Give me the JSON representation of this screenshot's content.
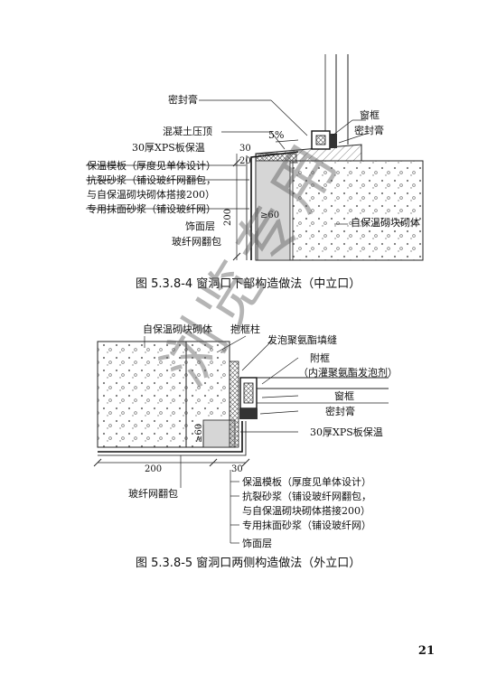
{
  "fig1": {
    "caption": "图 5.3.8-4 窗洞口下部构造做法（中立口）",
    "labels": {
      "sealant_top": "密封膏",
      "concrete_top": "混凝土压顶",
      "xps": "30厚XPS板保温",
      "formwork": "保温模板（厚度见单体设计）",
      "mortar_a": "抗裂砂浆（铺设玻纤网翻包，",
      "mortar_b": "与自保温砌块砌体搭接200）",
      "plaster": "专用抹面砂浆（铺设玻纤网）",
      "finish": "饰面层",
      "mesh": "玻纤网翻包",
      "frame": "窗框",
      "sealant_right": "密封膏",
      "wall": "自保温砌块砌体",
      "slope": "5%",
      "dim_30": "30",
      "dim_20": "20",
      "dim_200": "200",
      "dim_60": "≥60"
    }
  },
  "fig2": {
    "caption": "图 5.3.8-5 窗洞口两侧构造做法（外立口）",
    "labels": {
      "wall": "自保温砌块砌体",
      "column": "抱框柱",
      "foam": "发泡聚氨酯填缝",
      "subframe_a": "附框",
      "subframe_b": "（内灌聚氨酯发泡剂）",
      "frame": "窗框",
      "sealant": "密封膏",
      "xps": "30厚XPS板保温",
      "formwork": "保温模板（厚度见单体设计）",
      "mortar_a": "抗裂砂浆（铺设玻纤网翻包，",
      "mortar_b": "与自保温砌块砌体搭接200）",
      "plaster": "专用抹面砂浆（铺设玻纤网）",
      "finish": "饰面层",
      "mesh": "玻纤网翻包",
      "dim_200": "200",
      "dim_30": "30",
      "dim_60": "≥60"
    }
  },
  "watermark": "浏览专用",
  "page_number": "21"
}
